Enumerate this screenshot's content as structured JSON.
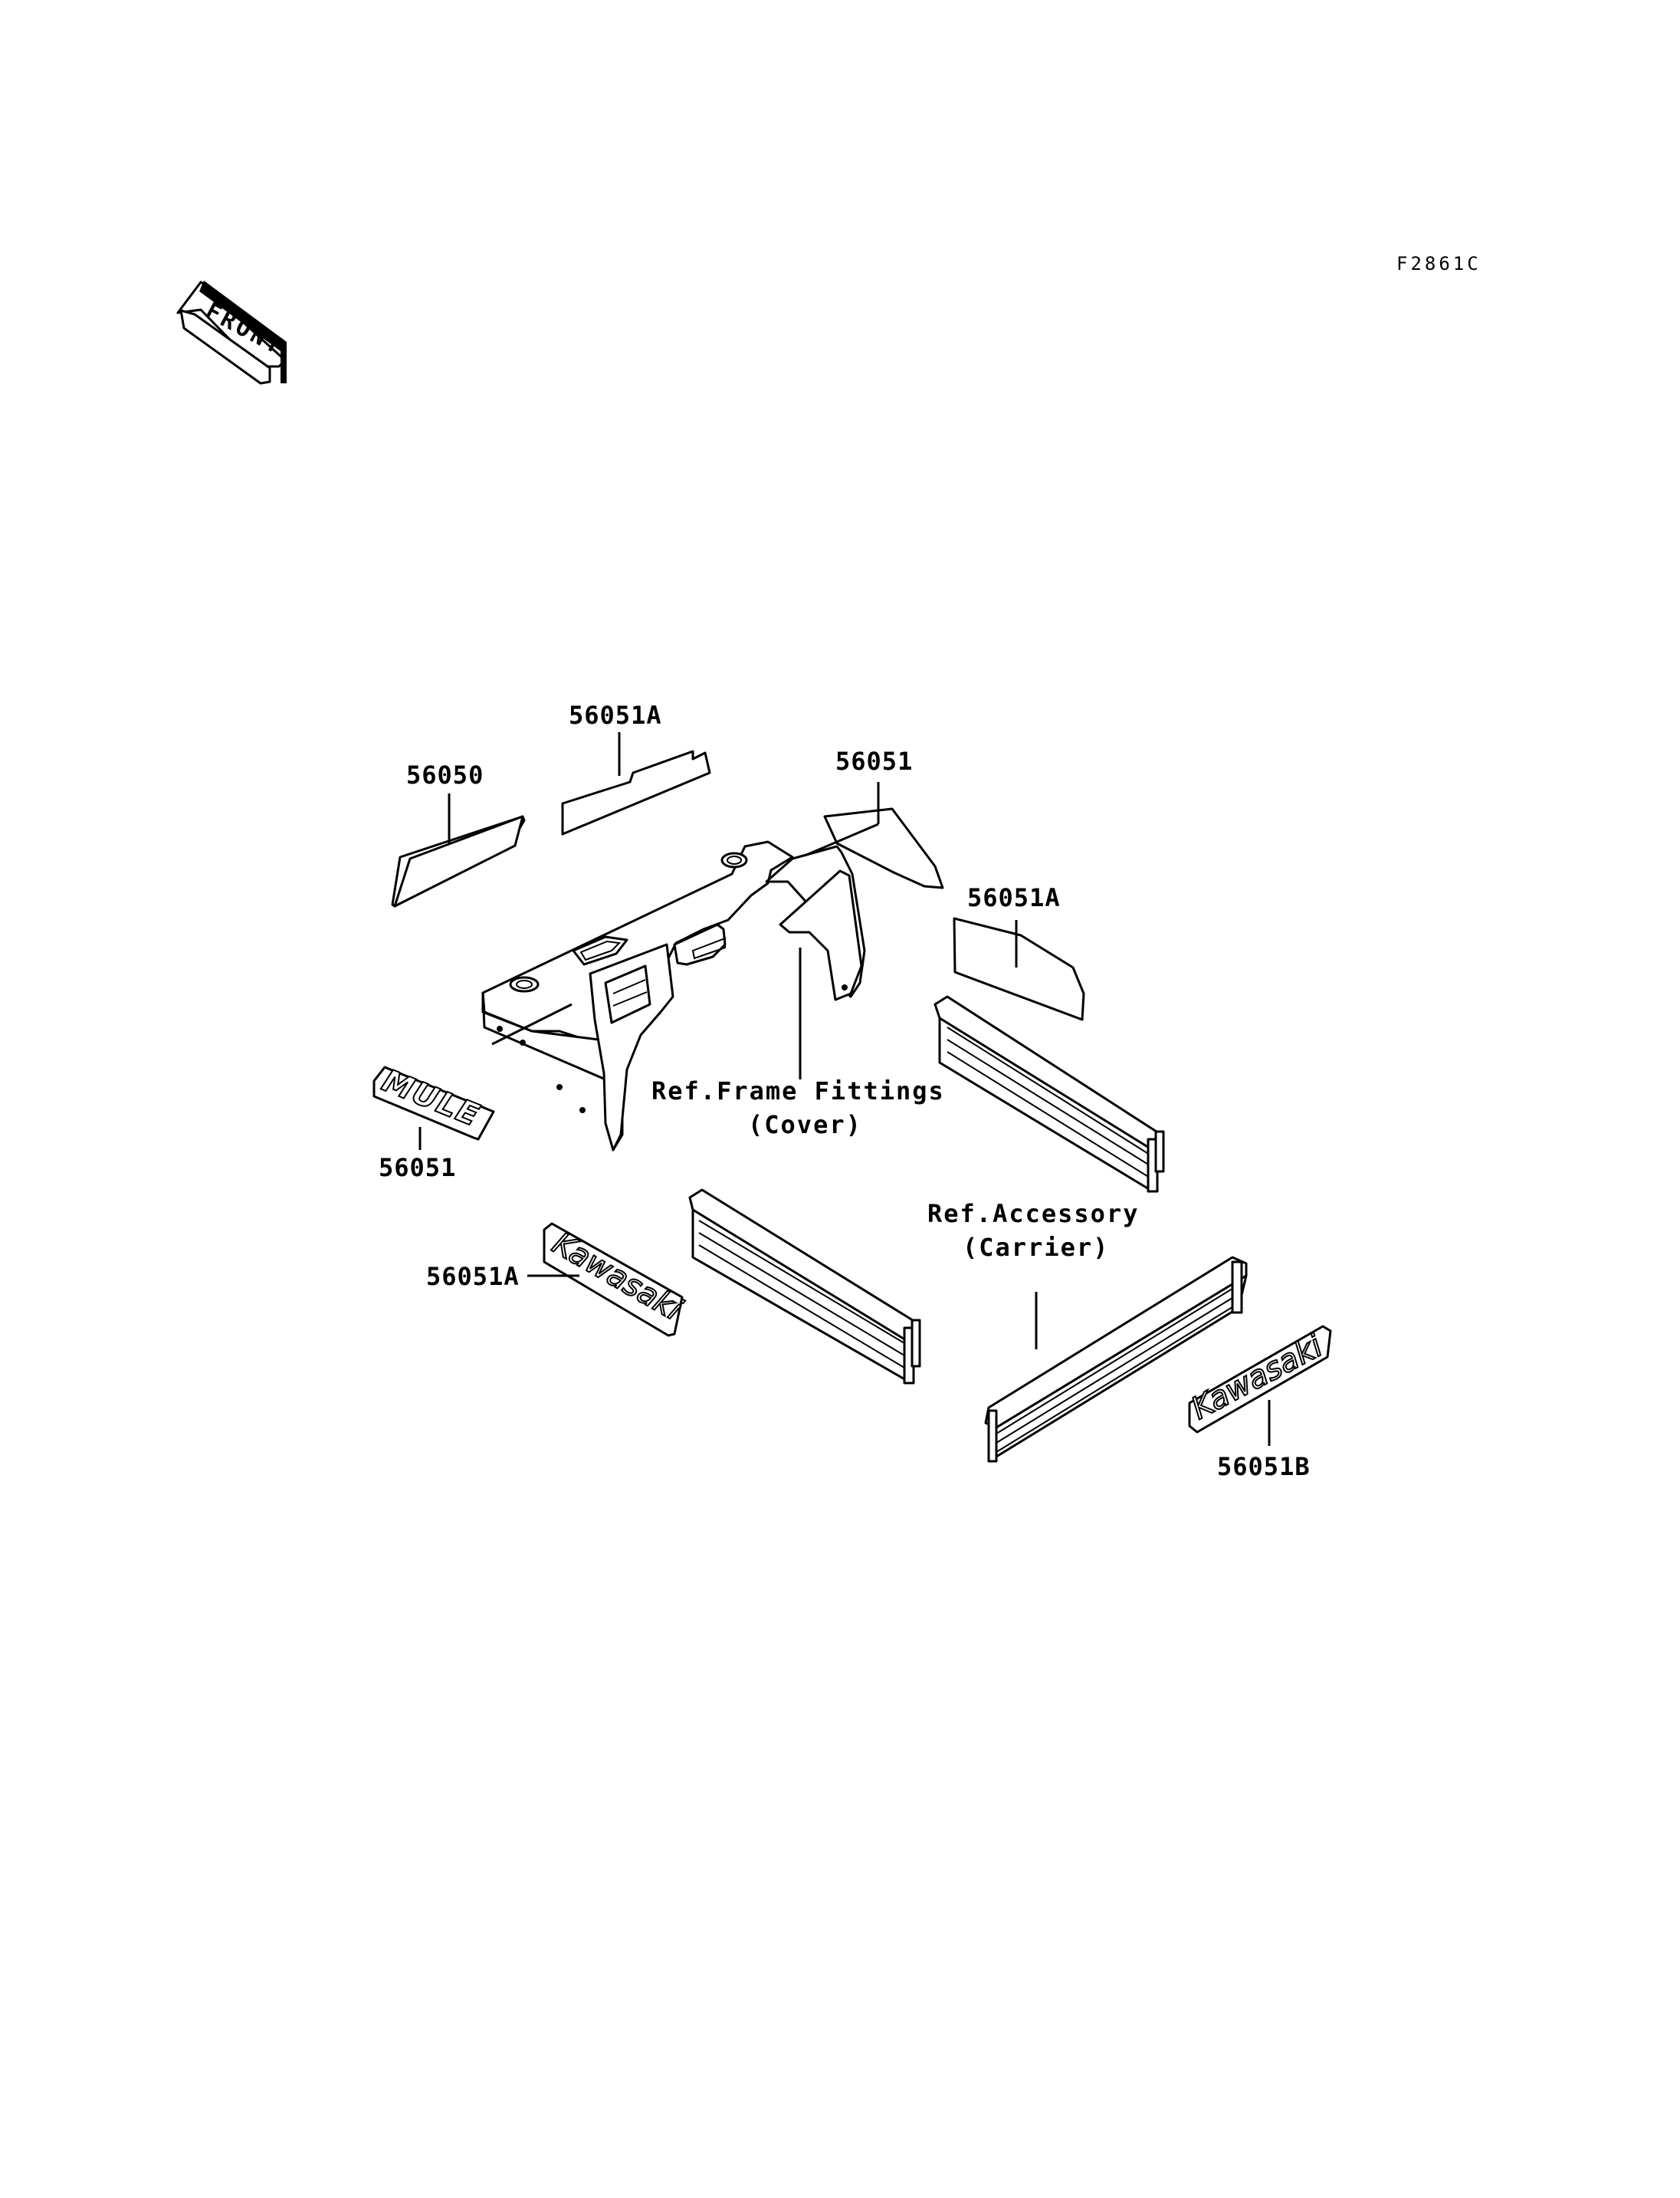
{
  "figure_code": "F2861C",
  "front_arrow": {
    "label": "FRONT",
    "icon": "front-direction-arrow-icon"
  },
  "decals": {
    "mule_logo": "MULE",
    "kawasaki_logo_left": "Kawasaki",
    "kawasaki_logo_right": "Kawasaki"
  },
  "callouts": {
    "c56050": "56050",
    "c56051a_top": "56051A",
    "c56051_top": "56051",
    "c56051a_right": "56051A",
    "c56051_bottom": "56051",
    "c56051a_left": "56051A",
    "c56051b": "56051B"
  },
  "references": {
    "frame_fittings_line1": "Ref.Frame Fittings",
    "frame_fittings_line2": "(Cover)",
    "accessory_line1": "Ref.Accessory",
    "accessory_line2": "(Carrier)"
  }
}
